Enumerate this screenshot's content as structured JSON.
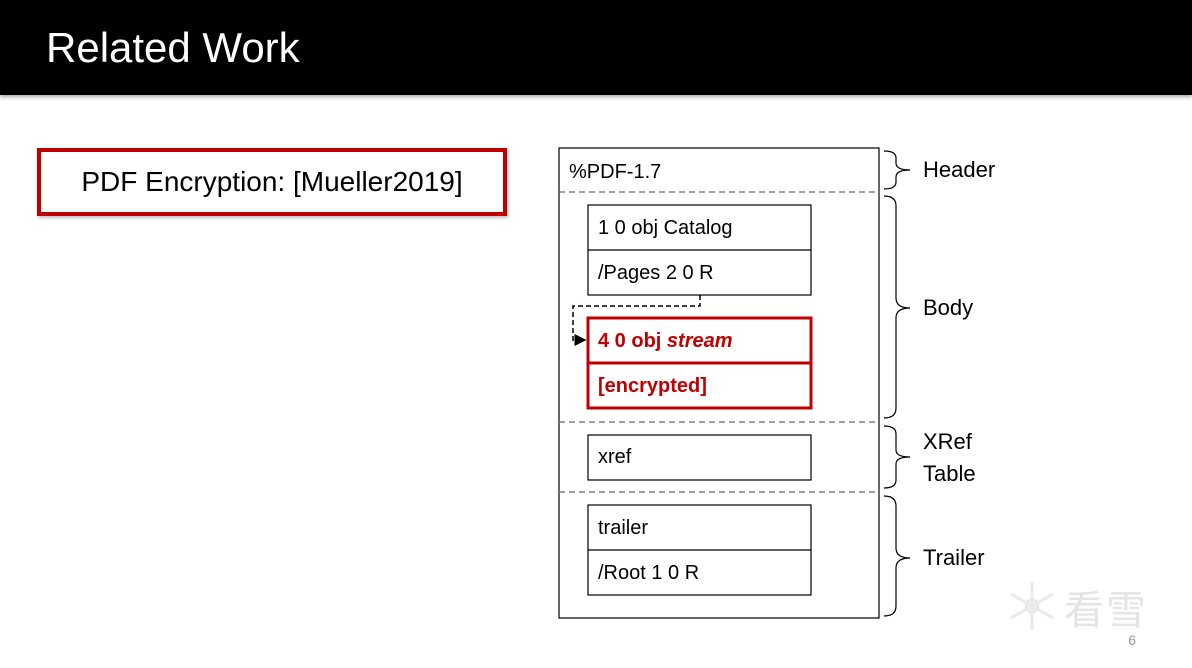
{
  "slide": {
    "title": "Related Work",
    "callout": "PDF Encryption: [Mueller2019]",
    "page_number": "6"
  },
  "diagram": {
    "header_text": "%PDF-1.7",
    "catalog_label": "1 0 obj Catalog",
    "pages_label": "/Pages 2 0 R",
    "stream_label_prefix": "4 0 obj ",
    "stream_label_italic": "stream",
    "encrypted_label": "[encrypted]",
    "xref_label": "xref",
    "trailer_label": "trailer",
    "root_label": "/Root 1 0 R",
    "sections": {
      "header": "Header",
      "body": "Body",
      "xref_line1": "XRef",
      "xref_line2": "Table",
      "trailer": "Trailer"
    },
    "colors": {
      "accent": "#c00000",
      "text": "#000000",
      "divider": "#808080"
    }
  },
  "watermark": {
    "text": "看雪"
  }
}
